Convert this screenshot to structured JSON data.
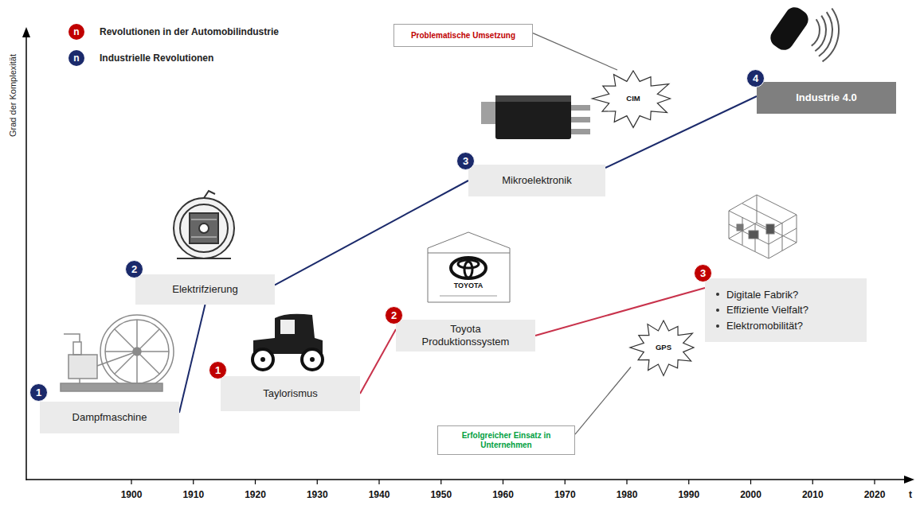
{
  "diagram": {
    "nodes": [
      {
        "text": [
          "Problematische Umsetzung"
        ]
      },
      {
        "text": [
          "CIM"
        ]
      },
      {
        "text": [
          "4"
        ]
      },
      {
        "text": [
          "Industrie 4.0"
        ]
      },
      {
        "text": [
          "3"
        ]
      },
      {
        "text": [
          "Mikroelektronik"
        ]
      },
      {
        "text": [
          "2"
        ]
      },
      {
        "text": [
          "Elektrifzierung"
        ]
      },
      {
        "text": [
          "2"
        ]
      },
      {
        "text": [
          "Toyota Produktionssystem"
        ]
      },
      {
        "text": [
          "3"
        ]
      },
      {
        "text": [
          "Digitale Fabrik?",
          "Effiziente Vielfalt?",
          "Elektromobilität?"
        ]
      },
      {
        "text": [
          "GPS"
        ]
      },
      {
        "text": [
          "1"
        ]
      },
      {
        "text": [
          "Taylorismus"
        ]
      },
      {
        "text": [
          "1"
        ]
      },
      {
        "text": [
          "Dampfmaschine"
        ]
      },
      {
        "text": [
          "Erfolgreicher Einsatz in Unternehmen"
        ]
      }
    ],
    "edges": [
      {
        "from": 16,
        "to": 7,
        "arrow": "none"
      },
      {
        "from": 7,
        "to": 5,
        "arrow": "none"
      },
      {
        "from": 5,
        "to": 3,
        "arrow": "none"
      },
      {
        "from": 14,
        "to": 9,
        "arrow": "none"
      },
      {
        "from": 9,
        "to": 11,
        "arrow": "none"
      },
      {
        "from": 0,
        "to": 1,
        "arrow": "none"
      },
      {
        "from": 17,
        "to": 12,
        "arrow": "none"
      }
    ],
    "labels": [
      "Grad der Komplexität",
      "n",
      "n",
      "1900",
      "1910",
      "1920",
      "1930",
      "1940",
      "1950",
      "1960",
      "1970",
      "1980",
      "1990",
      "2000",
      "2010",
      "2020",
      "t",
      "TOYOTA"
    ],
    "legend": [
      {
        "text": "Revolutionen in der Automobilindustrie",
        "color": "#c00000"
      },
      {
        "text": "Industrielle Revolutionen",
        "color": "#1b2a6b"
      }
    ]
  }
}
